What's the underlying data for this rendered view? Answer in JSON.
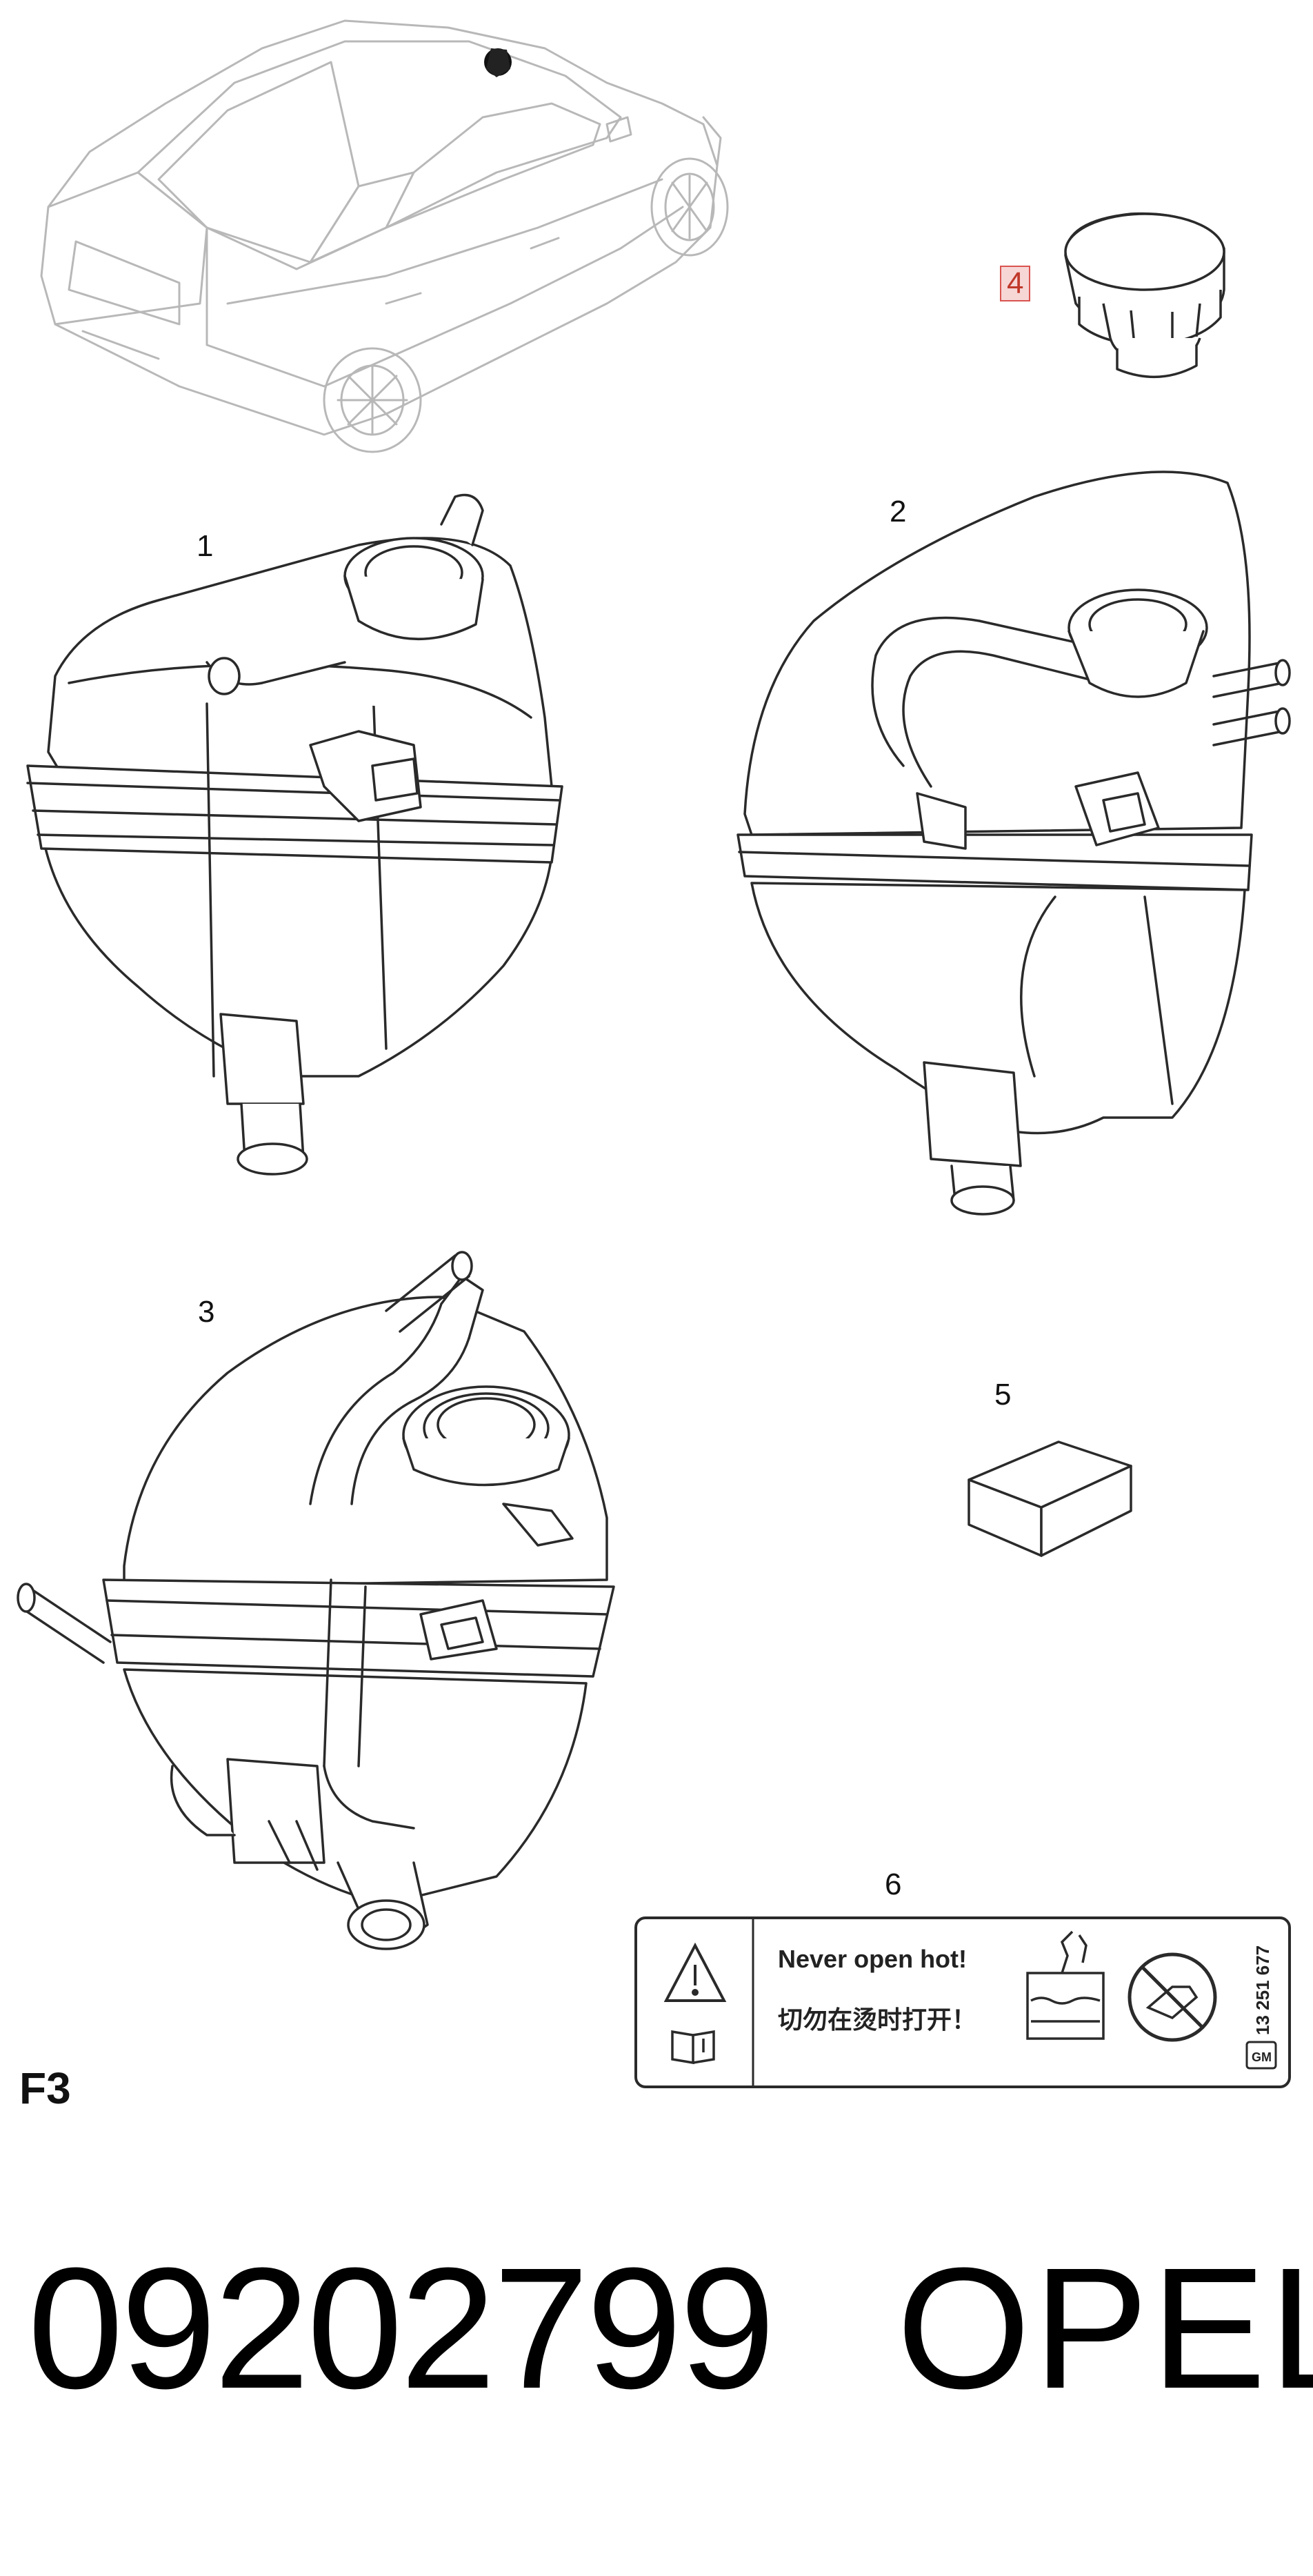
{
  "callouts": {
    "c1": "1",
    "c2": "2",
    "c3": "3",
    "c4": "4",
    "c5": "5",
    "c6": "6"
  },
  "label": {
    "warning_en": "Never open hot!",
    "warning_cn": "切勿在烫时打开！",
    "label_code": "13 251 677",
    "gm_mark": "GM"
  },
  "sheet_code": "F3",
  "part_number": "09202799",
  "brand": "OPEL",
  "colors": {
    "line": "#2a2a2a",
    "car_line": "#b5b5b5",
    "highlight_border": "#d9534f",
    "highlight_fill": "#f7d6d6"
  }
}
